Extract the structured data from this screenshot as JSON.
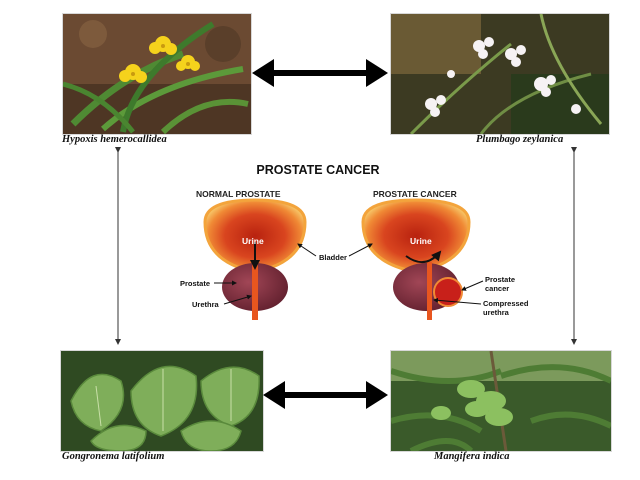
{
  "diagram": {
    "title": "PROSTATE CANCER",
    "normal_panel_title": "NORMAL PROSTATE",
    "cancer_panel_title": "PROSTATE CANCER",
    "labels": {
      "urine_normal": "Urine",
      "urine_cancer": "Urine",
      "bladder": "Bladder",
      "prostate": "Prostate",
      "urethra": "Urethra",
      "prostate_cancer_line1": "Prostate",
      "prostate_cancer_line2": "cancer",
      "compressed_line1": "Compressed",
      "compressed_line2": "urethra"
    }
  },
  "plants": {
    "top_left": "Hypoxis hemerocallidea",
    "top_right": "Plumbago zeylanica",
    "bottom_left": "Gongronema latifolium",
    "bottom_right": "Mangifera indica"
  },
  "colors": {
    "bladder_outer": "#f2a33a",
    "bladder_inner": "#d9451f",
    "prostate": "#7a2b3a",
    "urethra": "#e8561f",
    "tumor": "#c8201a",
    "arrow": "#000000"
  }
}
